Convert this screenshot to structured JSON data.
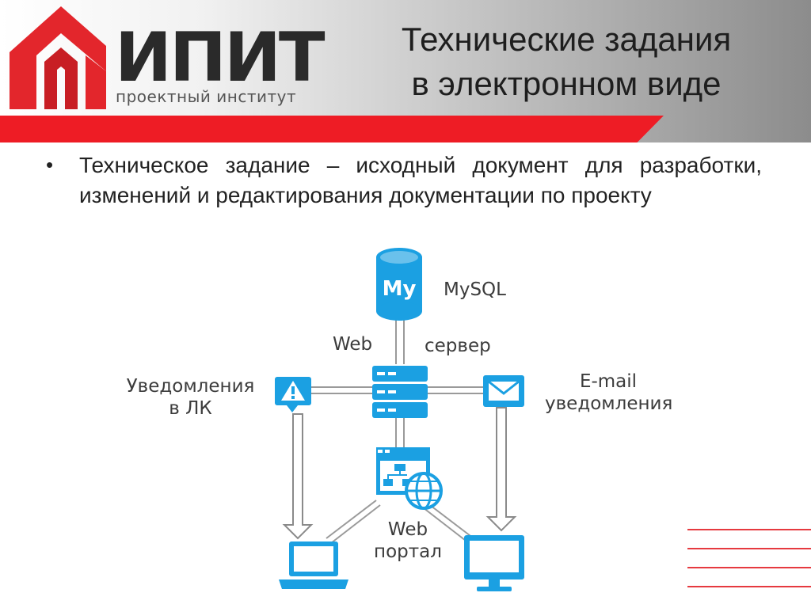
{
  "header": {
    "logo": {
      "word": "ИПИТ",
      "subtitle": "проектный институт"
    },
    "title_line1": "Технические задания",
    "title_line2": "в электронном виде",
    "colors": {
      "brand_red": "#ee1c25",
      "logo_gray": "#2a2a2a"
    }
  },
  "content": {
    "bullet": "Техническое задание – исходный документ для разработки, изменений и редактирования документации по проекту"
  },
  "diagram": {
    "mysql_label": "MySQL",
    "db_icon_text": "My",
    "web_label": "Web",
    "server_label": "сервер",
    "lk_notifications_line1": "Уведомления",
    "lk_notifications_line2": "в ЛК",
    "email_line1": "E-mail",
    "email_line2": "уведомления",
    "portal_line1": "Web",
    "portal_line2": "портал",
    "icons": [
      "database-icon",
      "server-icon",
      "warning-icon",
      "mail-icon",
      "web-portal-icon",
      "laptop-icon",
      "monitor-icon"
    ],
    "colors": {
      "icon_blue": "#1ba0e2",
      "arrow_gray": "#8a8a8a"
    }
  }
}
